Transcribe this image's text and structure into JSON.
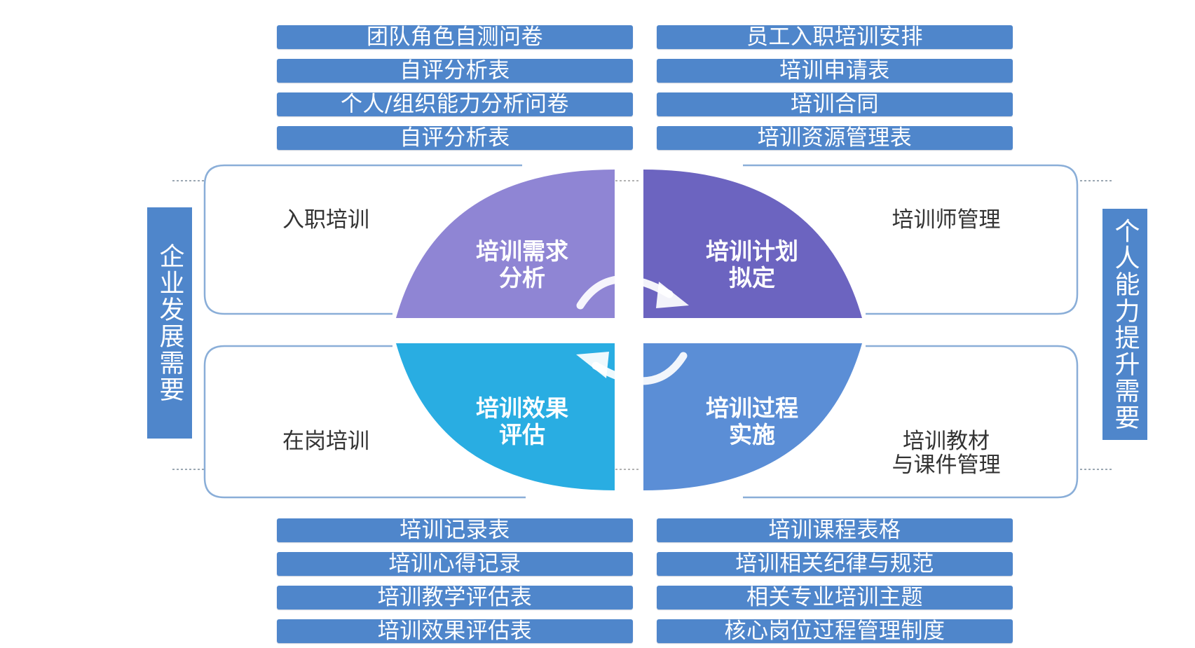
{
  "top_left_items": [
    "团队角色自测问卷",
    "自评分析表",
    "个人/组织能力分析问卷",
    "自评分析表"
  ],
  "top_right_items": [
    "员工入职培训安排",
    "培训申请表",
    "培训合同",
    "培训资源管理表"
  ],
  "bottom_left_items": [
    "培训记录表",
    "培训心得记录",
    "培训教学评估表",
    "培训效果评估表"
  ],
  "bottom_right_items": [
    "培训课程表格",
    "培训相关纪律与规范",
    "相关专业培训主题",
    "核心岗位过程管理制度"
  ],
  "left_side": "企业发展需要",
  "right_side": "个人能力提升需要",
  "outer": {
    "top_left": "入职培训",
    "bottom_left": "在岗培训",
    "top_right": "培训师管理",
    "bottom_right_line1": "培训教材",
    "bottom_right_line2": "与课件管理"
  },
  "quadrants": {
    "tl_line1": "培训需求",
    "tl_line2": "分析",
    "tr_line1": "培训计划",
    "tr_line2": "拟定",
    "bl_line1": "培训效果",
    "bl_line2": "评估",
    "br_line1": "培训过程",
    "br_line2": "实施"
  },
  "colors": {
    "bar": "#4f86cb",
    "q_top_left": "#8f85d4",
    "q_top_right": "#6c64c0",
    "q_bottom_left": "#29ade2",
    "q_bottom_right": "#5b8ed6",
    "box_border": "#8aaed8"
  }
}
